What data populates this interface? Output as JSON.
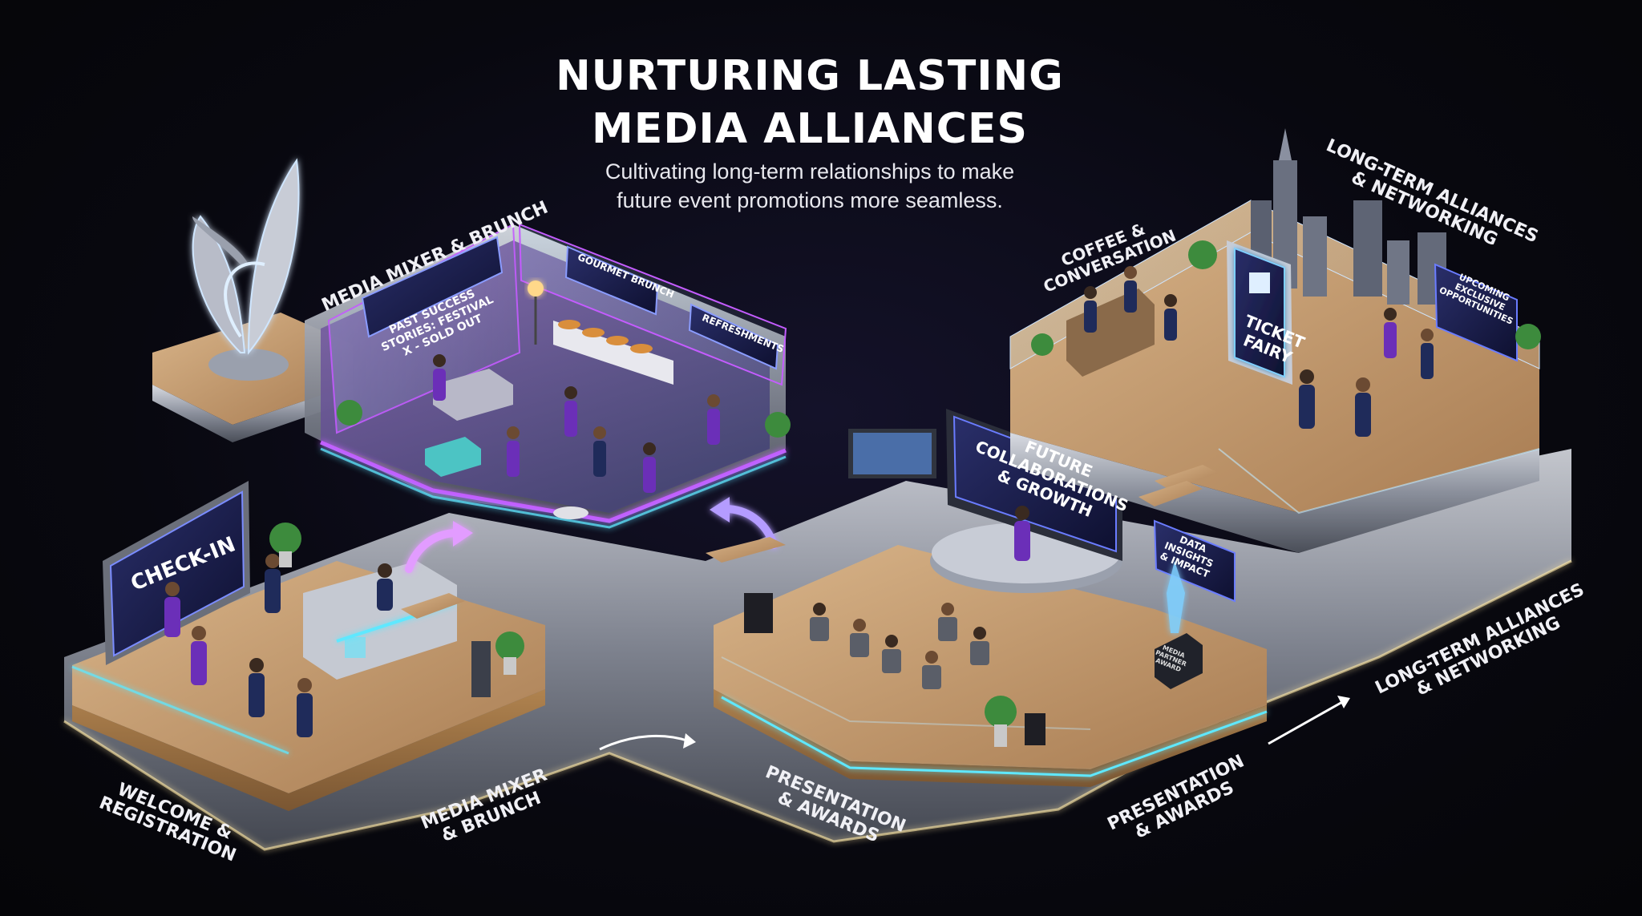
{
  "title": [
    "NURTURING LASTING",
    "MEDIA ALLIANCES"
  ],
  "subtitle": [
    "Cultivating long-term relationships to make",
    "future event promotions more seamless."
  ],
  "zone_labels": {
    "media_mixer_top": "MEDIA MIXER & BRUNCH",
    "coffee": [
      "COFFEE &",
      "CONVERSATION"
    ],
    "alliances_top": [
      "LONG-TERM ALLIANCES",
      "& NETWORKING"
    ],
    "welcome": [
      "WELCOME &",
      "REGISTRATION"
    ],
    "media_mixer_bottom": [
      "MEDIA MIXER",
      "& BRUNCH"
    ],
    "presentation_bottom_1": [
      "PRESENTATION",
      "& AWARDS"
    ],
    "presentation_bottom_2": [
      "PRESENTATION",
      "& AWARDS"
    ],
    "alliances_bottom": [
      "LONG-TERM ALLIANCES",
      "& NETWORKING"
    ]
  },
  "signs": {
    "past_success": [
      "PAST SUCCESS",
      "STORIES: FESTIVAL",
      "X - SOLD OUT"
    ],
    "gourmet_brunch": "GOURMET BRUNCH",
    "refreshments": "REFRESHMENTS",
    "check_in": "CHECK-IN",
    "future": [
      "FUTURE",
      "COLLABORATIONS",
      "& GROWTH"
    ],
    "data_insights": [
      "DATA",
      "INSIGHTS",
      "& IMPACT"
    ],
    "award": [
      "MEDIA",
      "PARTNER",
      "AWARD"
    ],
    "ticket_fairy": [
      "TICKET",
      "FAIRY"
    ],
    "upcoming": [
      "UPCOMING",
      "EXCLUSIVE",
      "OPPORTUNITIES"
    ]
  },
  "colors": {
    "neon_purple": "#c45cff",
    "neon_cyan": "#5ee8ff",
    "wood": "#c49a6c",
    "steel": "#9aa0ad",
    "suit_purple": "#6b2fb8",
    "suit_navy": "#1f2b5a"
  },
  "icons": [
    "ribbon-sculpture-icon",
    "city-skyline-icon",
    "flow-arrow-icon",
    "ticket-logo-icon"
  ]
}
